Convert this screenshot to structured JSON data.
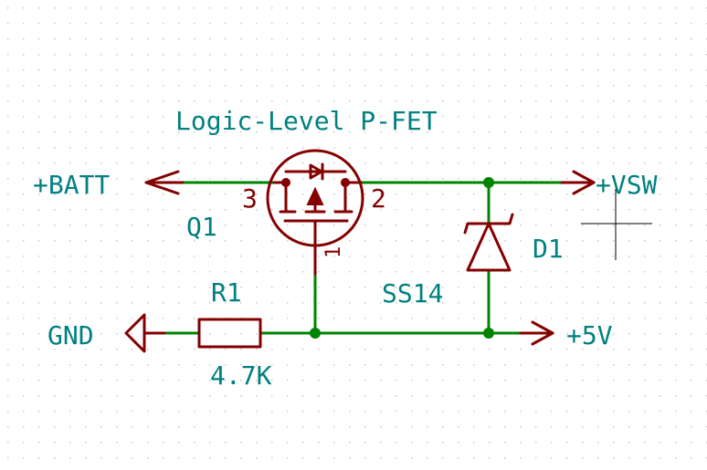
{
  "symbol_title": "Logic-Level P-FET",
  "power_ports": {
    "batt": "+BATT",
    "vsw": "+VSW",
    "gnd": "GND",
    "v5": "+5V"
  },
  "components": {
    "q1": {
      "ref": "Q1",
      "pin_source": "3",
      "pin_drain": "2",
      "pin_gate": "1"
    },
    "r1": {
      "ref": "R1",
      "value": "4.7K"
    },
    "d1": {
      "ref": "D1",
      "value": "SS14"
    }
  },
  "colors": {
    "wire": "#008400",
    "symbol": "#840000",
    "label": "#008080",
    "grid": "#c8c8c8",
    "background": "#ffffff"
  }
}
